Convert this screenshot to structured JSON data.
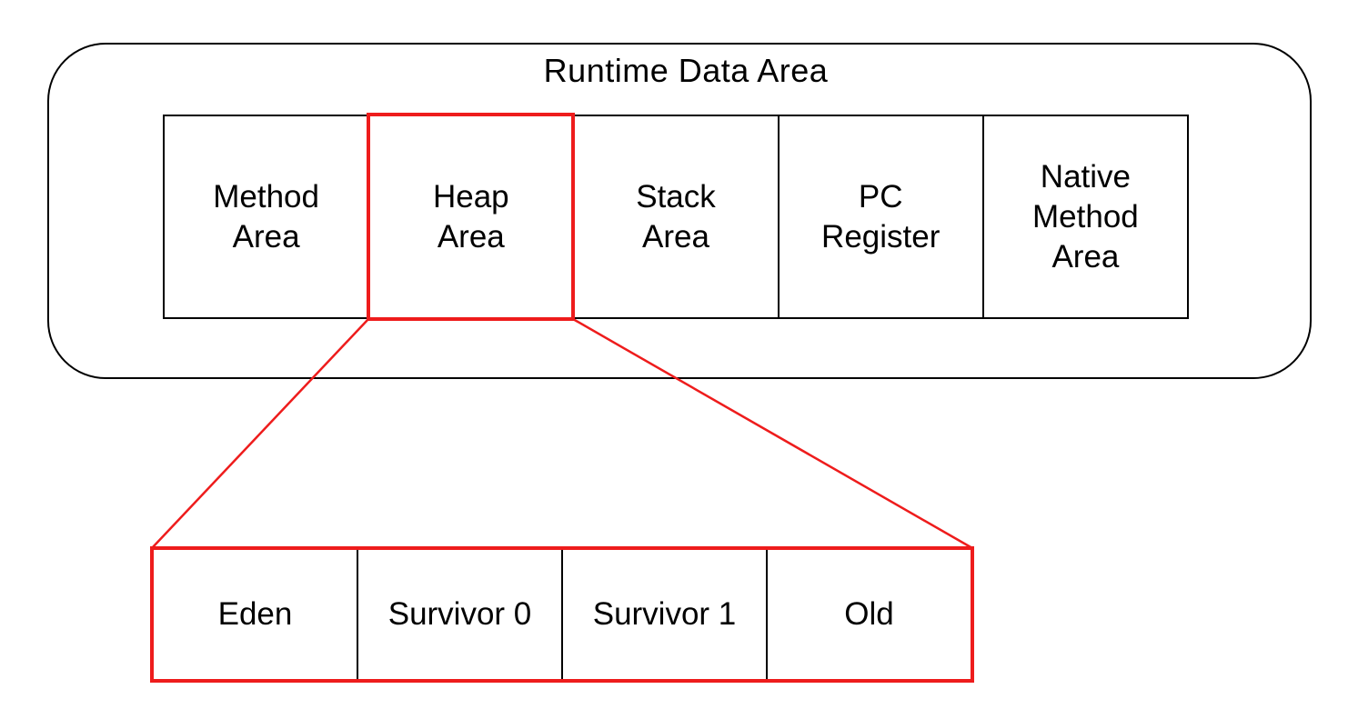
{
  "runtime_data_area": {
    "title": "Runtime Data Area",
    "areas": [
      {
        "label": "Method\nArea"
      },
      {
        "label": "Heap\nArea"
      },
      {
        "label": "Stack\nArea"
      },
      {
        "label": "PC\nRegister"
      },
      {
        "label": "Native\nMethod\nArea"
      }
    ]
  },
  "heap_breakdown": {
    "regions": [
      {
        "label": "Eden"
      },
      {
        "label": "Survivor 0"
      },
      {
        "label": "Survivor 1"
      },
      {
        "label": "Old"
      }
    ]
  },
  "colors": {
    "highlight": "#ee1c1c",
    "outline": "#000000"
  }
}
